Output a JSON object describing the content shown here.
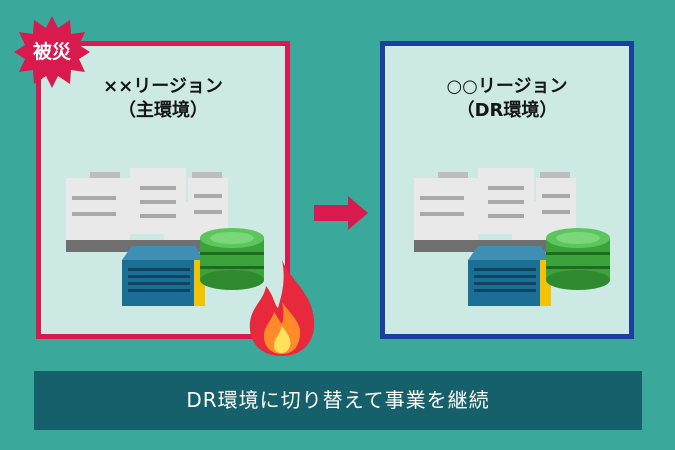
{
  "colors": {
    "background": "#3aa99b",
    "panel_fill": "#cde9e4",
    "primary_border": "#d81a4e",
    "dr_border": "#1a3fa0",
    "banner_fill": "#15606a",
    "arrow": "#d81a4e",
    "building": "#e9e9e9",
    "server": "#1c6f94",
    "database": "#3aa33a",
    "flame": "#e8283c"
  },
  "disaster_badge": {
    "label": "被災"
  },
  "panels": {
    "primary": {
      "title_line1": "××リージョン",
      "title_line2": "（主環境）"
    },
    "dr": {
      "title_line1": "○○リージョン",
      "title_line2": "（DR環境）"
    }
  },
  "icons": [
    "building-icon",
    "server-icon",
    "database-icon",
    "fire-icon",
    "arrow-right-icon"
  ],
  "banner": {
    "text": "DR環境に切り替えて事業を継続"
  }
}
